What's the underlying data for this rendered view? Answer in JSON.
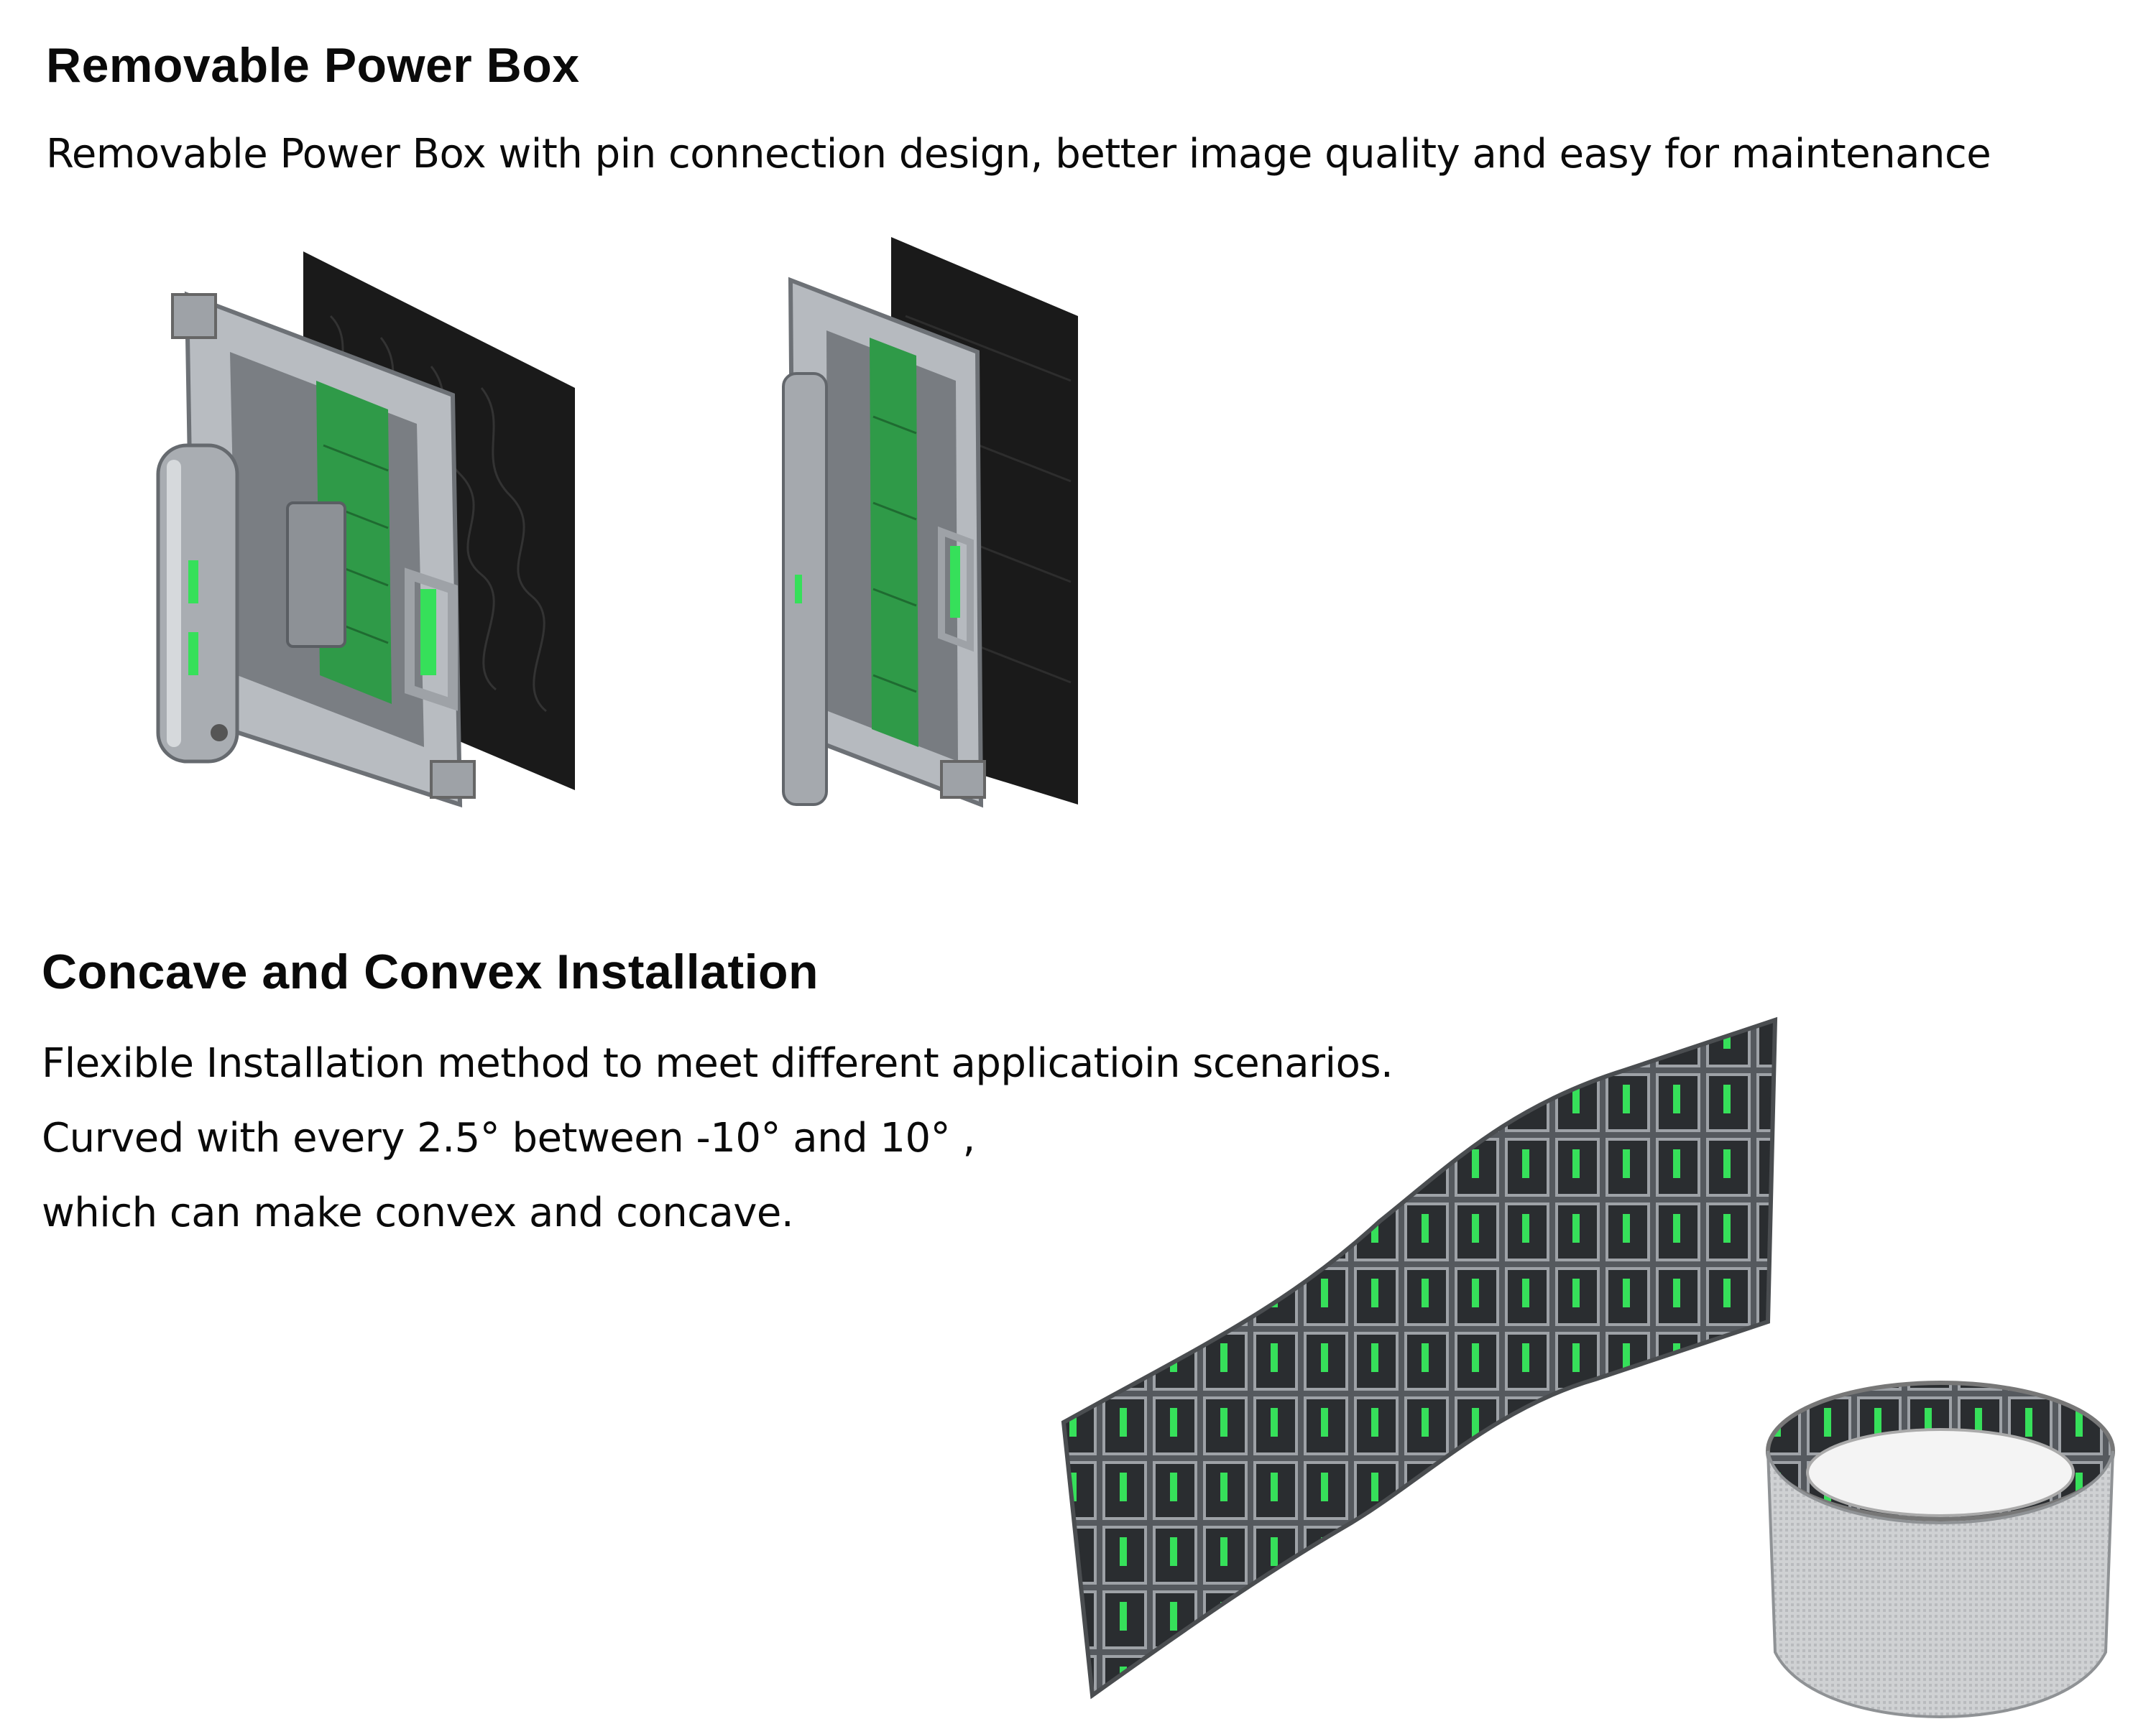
{
  "section1": {
    "title": "Removable Power Box",
    "description": "Removable Power Box with pin connection design, better image quality and easy for maintenance",
    "images": [
      "cabinet-with-power-box-attached",
      "cabinet-with-power-box-removed"
    ]
  },
  "section2": {
    "title": "Concave and Convex Installation",
    "lines": [
      "Flexible Installation method to meet different applicatioin scenarios.",
      "Curved with every 2.5°  between -10°  and 10° ,",
      "which can make convex and concave."
    ],
    "images": [
      "curved-wall-display",
      "cylinder-display"
    ]
  },
  "colors": {
    "text": "#0a0a0a",
    "panel": "#1d1d1d",
    "frame": "#9a9ea3",
    "pcb": "#2fa24a",
    "accent_green": "#36e05a"
  }
}
